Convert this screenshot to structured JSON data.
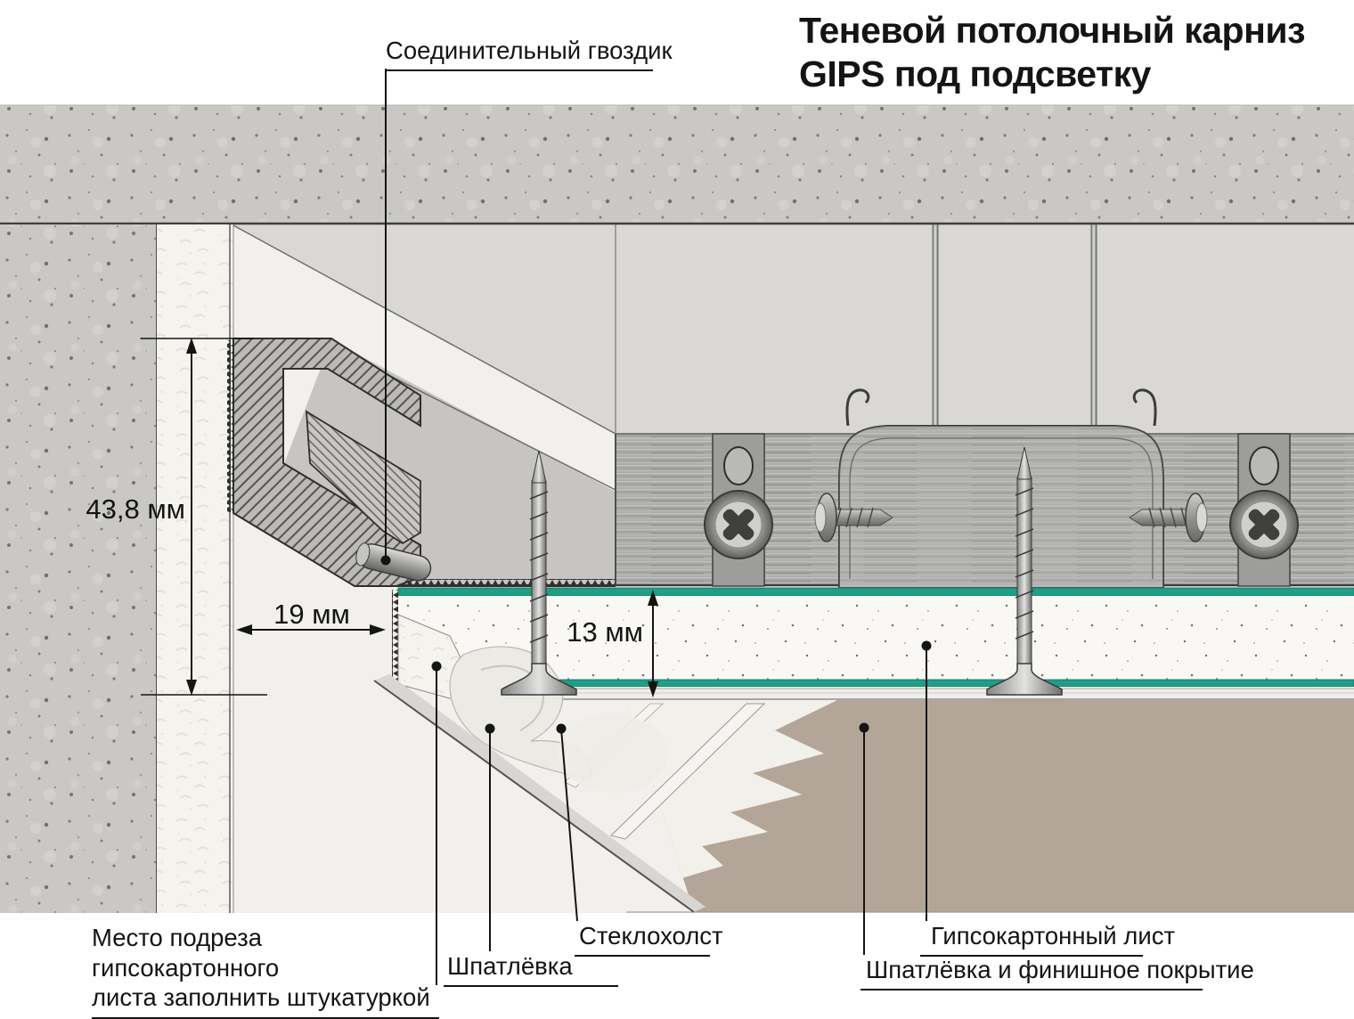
{
  "title": {
    "line1": "Теневой потолочный карниз",
    "line2": "GIPS под подсветку"
  },
  "labels": {
    "pin": "Соединительный гвоздик",
    "cut_line1": "Место подреза гипсокартонного",
    "cut_line2": "листа заполнить штукатуркой",
    "putty": "Шпатлёвка",
    "fiberglass": "Стеклохолст",
    "gypsum_sheet": "Гипсокартонный лист",
    "finish": "Шпатлёвка и финишное покрытие"
  },
  "dimensions": {
    "profile_height": "43,8 мм",
    "profile_depth": "19 мм",
    "board_thickness": "13 мм"
  },
  "colors": {
    "board_facing_green": "#1f9f85",
    "finish_tan": "#b3a698",
    "concrete_gray": "#c9c8c5",
    "metal_gray": "#ababa8",
    "line_black": "#141414"
  }
}
